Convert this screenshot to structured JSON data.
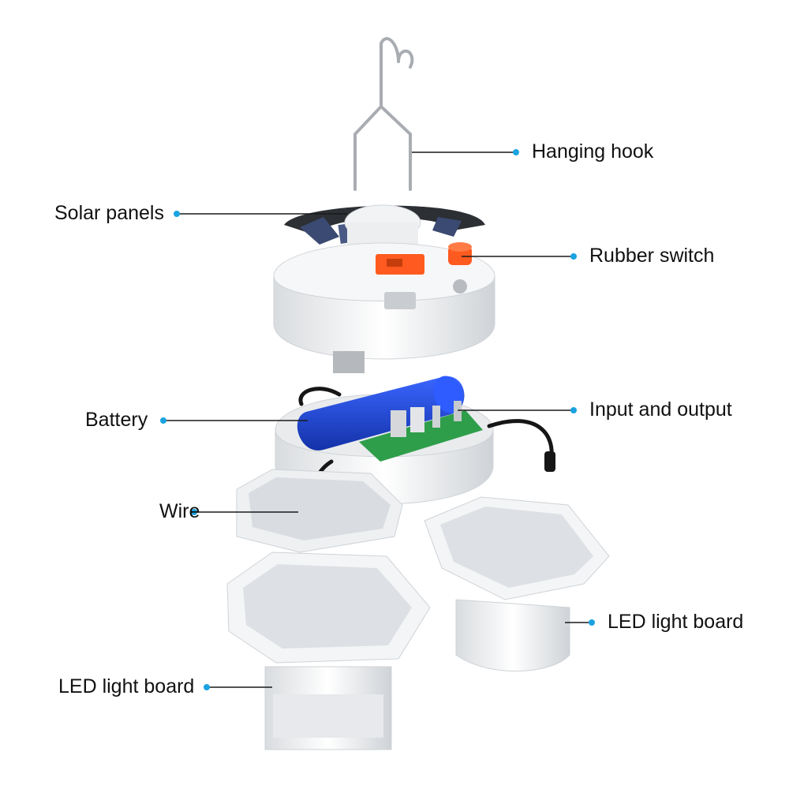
{
  "colors": {
    "accent_dot": "#1aa3e0",
    "battery_blue": "#1e46c8",
    "switch_orange": "#ff5a1f",
    "pcb_green": "#2e9e4a",
    "panel_dark": "#2c2f33",
    "body_white": "#f4f5f6",
    "line": "#1a1a1a"
  },
  "callouts": {
    "hanging_hook": "Hanging hook",
    "solar_panels": "Solar panels",
    "rubber_switch": "Rubber switch",
    "battery": "Battery",
    "input_output": "Input and output",
    "wire": "Wire",
    "led_board_right": "LED light board",
    "led_board_left": "LED light board"
  },
  "icons": [
    "hanging-hook-illustration",
    "solar-panel-illustration",
    "rubber-switch-illustration",
    "battery-illustration",
    "circuit-board-illustration",
    "wire-illustration",
    "led-board-illustration"
  ]
}
